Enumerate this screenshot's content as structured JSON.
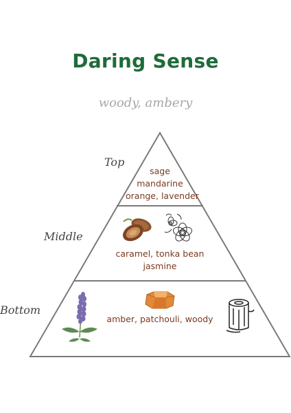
{
  "title": "Daring Sense",
  "subtitle": "woody, ambery",
  "tiers": {
    "top": {
      "label": "Top",
      "notes": [
        "sage",
        "mandarine",
        "orange, lavender"
      ]
    },
    "middle": {
      "label": "Middle",
      "notes": [
        "caramel, tonka bean",
        "jasmine"
      ],
      "icons": [
        "tonka-bean-icon",
        "jasmine-flower-icon"
      ]
    },
    "bottom": {
      "label": "Bottom",
      "notes": [
        "amber, patchouli, woody"
      ],
      "icons": [
        "lavender-sprig-icon",
        "amber-crystal-icon",
        "wood-stump-icon"
      ]
    }
  },
  "colors": {
    "title": "#1f6b3a",
    "subtitle": "#a7a7a7",
    "notes": "#7a3a1e",
    "pyramid_line": "#7a7a7a"
  }
}
